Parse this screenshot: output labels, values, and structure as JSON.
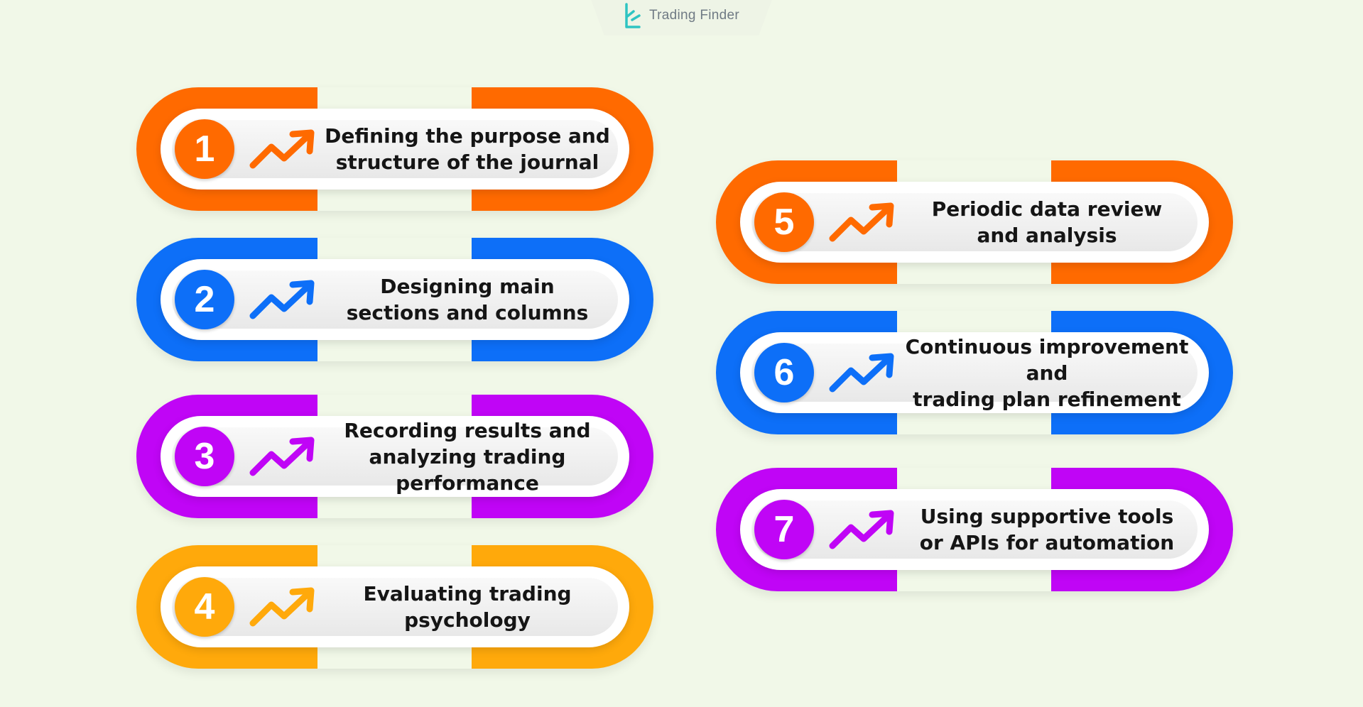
{
  "brand": {
    "name": "Trading Finder",
    "accent": "#2ec4c2"
  },
  "colors": {
    "orange": "#ff6a00",
    "blue": "#0d6ff8",
    "purple": "#c005f6",
    "amber": "#ffa90b"
  },
  "steps": [
    {
      "number": "1",
      "text": "Defining the purpose and\nstructure of the journal",
      "color": "#ff6a00",
      "icon": "trend-up-arrow-icon"
    },
    {
      "number": "2",
      "text": "Designing main\nsections and columns",
      "color": "#0d6ff8",
      "icon": "trend-up-arrow-icon"
    },
    {
      "number": "3",
      "text": "Recording results and\nanalyzing trading performance",
      "color": "#c005f6",
      "icon": "trend-up-arrow-icon"
    },
    {
      "number": "4",
      "text": "Evaluating trading\npsychology",
      "color": "#ffa90b",
      "icon": "trend-up-arrow-icon"
    },
    {
      "number": "5",
      "text": "Periodic data review\nand analysis",
      "color": "#ff6a00",
      "icon": "trend-up-arrow-icon"
    },
    {
      "number": "6",
      "text": "Continuous improvement and\ntrading plan refinement",
      "color": "#0d6ff8",
      "icon": "trend-up-arrow-icon"
    },
    {
      "number": "7",
      "text": "Using supportive tools\nor APIs for automation",
      "color": "#c005f6",
      "icon": "trend-up-arrow-icon"
    }
  ]
}
